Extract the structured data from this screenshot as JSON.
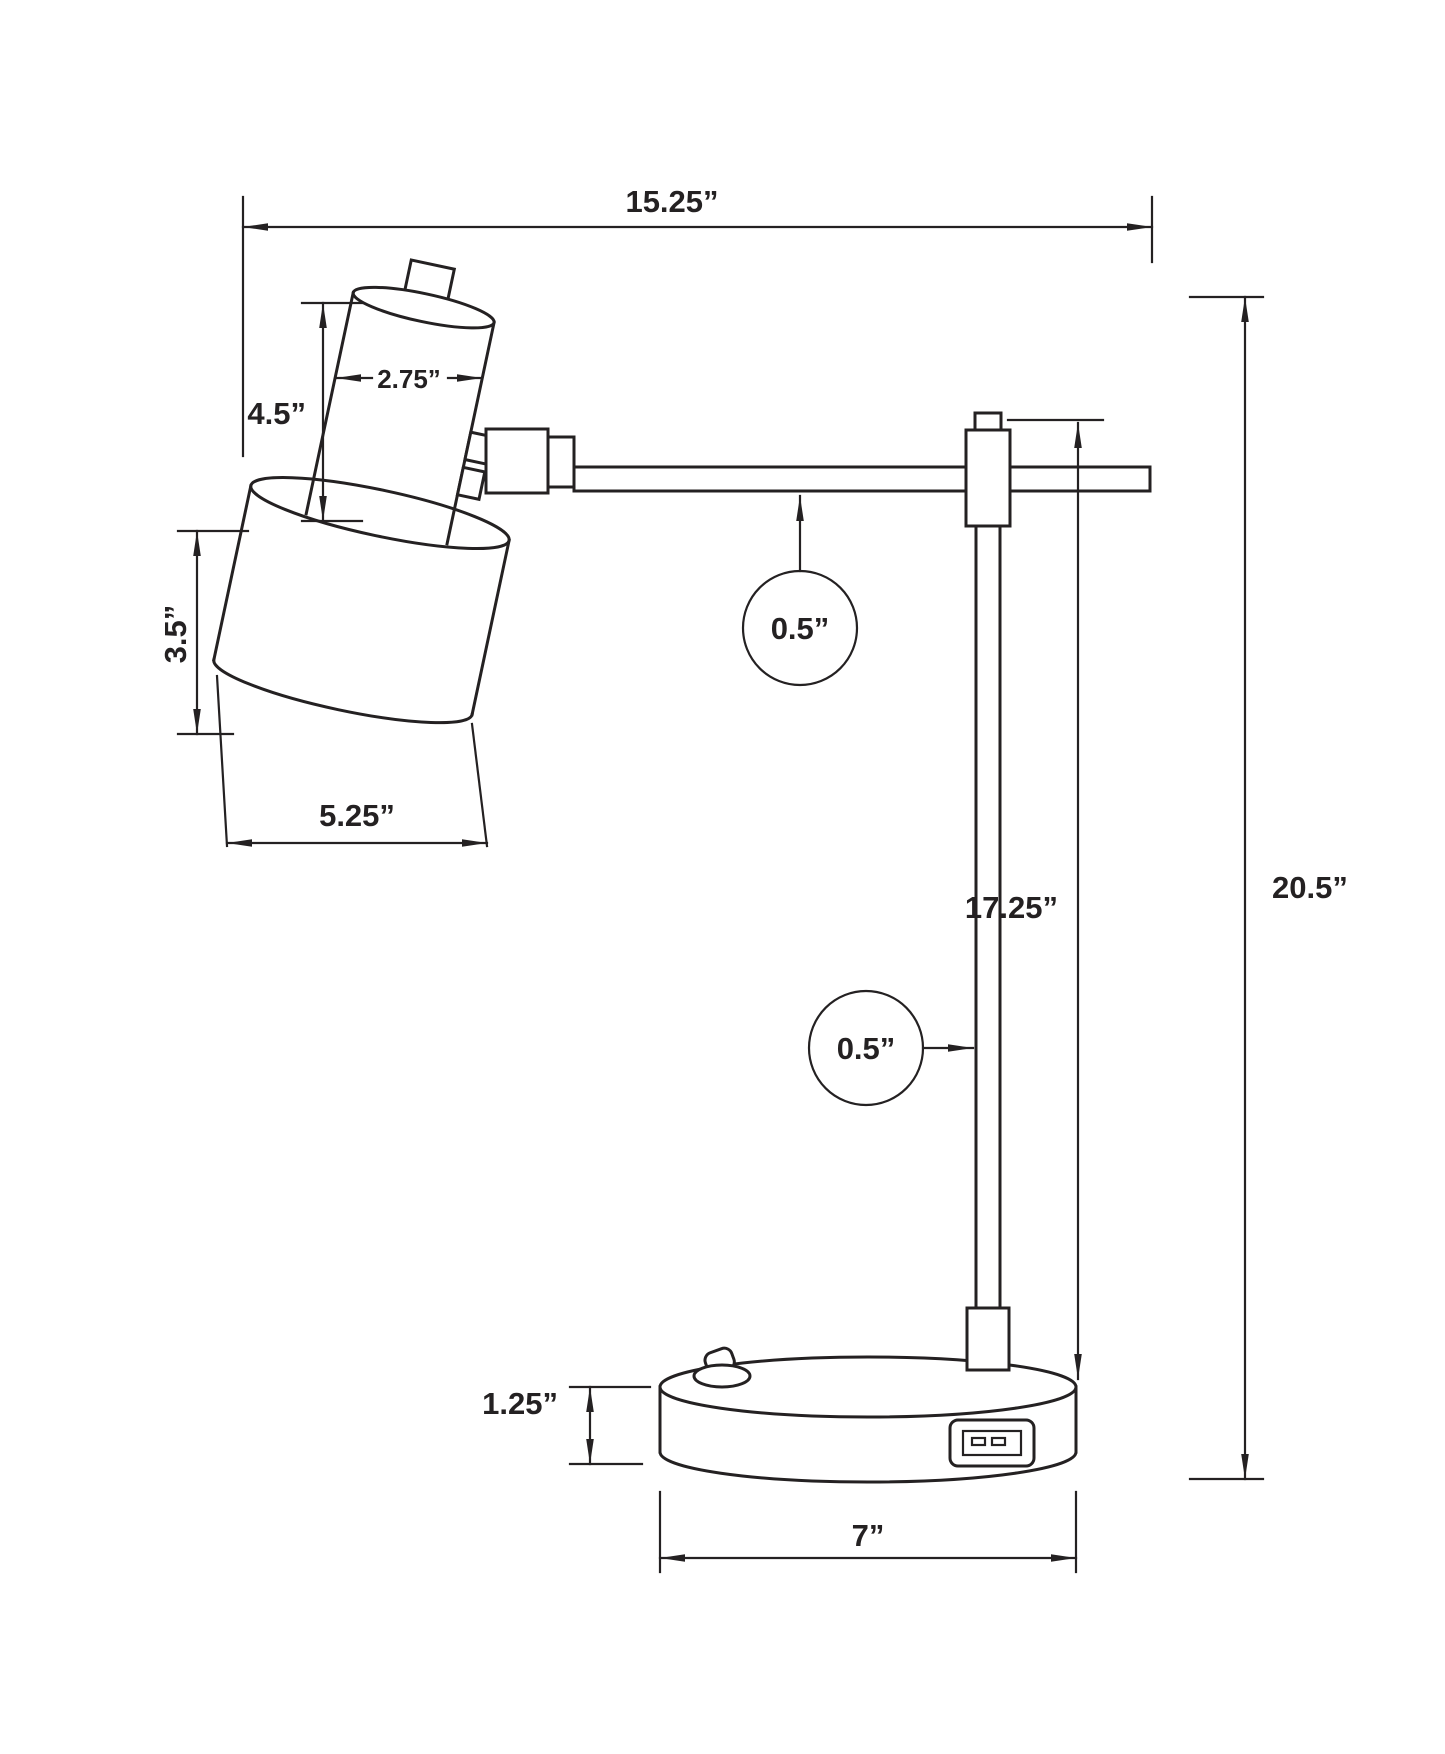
{
  "diagram": {
    "background": "#ffffff",
    "line_color": "#242122",
    "labels": {
      "overall_width": "15.25”",
      "head_height": "4.5”",
      "head_diameter": "2.75”",
      "shade_height": "3.5”",
      "shade_diameter": "5.25”",
      "arm_thickness": "0.5”",
      "pole_thickness": "0.5”",
      "pole_height": "17.25”",
      "overall_height": "20.5”",
      "base_height": "1.25”",
      "base_diameter": "7”"
    },
    "icons": {
      "usb_port": "usb-a-port-icon",
      "power_switch": "toggle-switch-icon"
    }
  }
}
